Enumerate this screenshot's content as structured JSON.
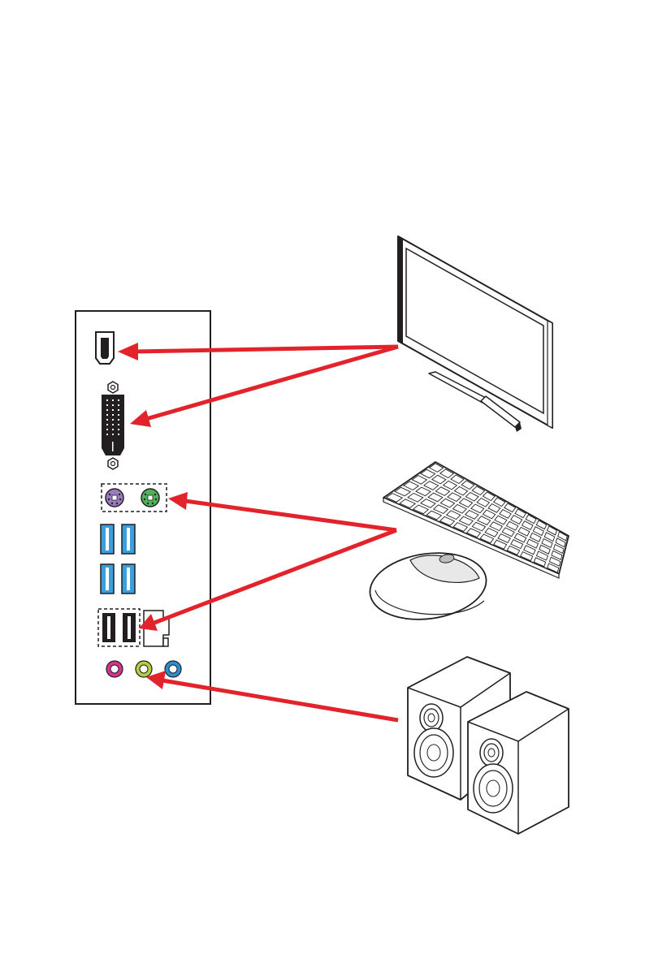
{
  "diagram": {
    "kind": "rear I/O panel connection diagram",
    "colors": {
      "arrow": "#e3232b",
      "line": "#231f20",
      "usb_blue": "#3aa0dd",
      "ps2_keyboard": "#9a7bc1",
      "ps2_mouse": "#4fb25b",
      "audio_mic": "#d6338f",
      "audio_line_out": "#b3cf3f",
      "audio_line_in": "#2c8fd1",
      "monitor_fill": "#ffffff",
      "device_fill": "#ffffff",
      "mouse_fill": "#f2f2f2"
    },
    "panel_ports": [
      {
        "id": "hdmi",
        "icon": "hdmi-port-icon"
      },
      {
        "id": "dvi",
        "icon": "dvi-port-icon"
      },
      {
        "id": "ps2-keyboard",
        "icon": "ps2-port-icon",
        "color": "purple"
      },
      {
        "id": "ps2-mouse",
        "icon": "ps2-port-icon",
        "color": "green"
      },
      {
        "id": "usb3-row-1",
        "icon": "usb-port-icon",
        "count": 2,
        "color": "blue"
      },
      {
        "id": "usb3-row-2",
        "icon": "usb-port-icon",
        "count": 2,
        "color": "blue"
      },
      {
        "id": "usb2",
        "icon": "usb-port-icon",
        "count": 2,
        "color": "black"
      },
      {
        "id": "lan",
        "icon": "ethernet-port-icon"
      },
      {
        "id": "audio-mic-in",
        "icon": "audio-jack-icon",
        "color": "pink"
      },
      {
        "id": "audio-line-out",
        "icon": "audio-jack-icon",
        "color": "lime"
      },
      {
        "id": "audio-line-in",
        "icon": "audio-jack-icon",
        "color": "blue"
      }
    ],
    "devices": [
      {
        "id": "monitor",
        "icon": "monitor-icon",
        "connects_to": [
          "hdmi",
          "dvi"
        ]
      },
      {
        "id": "keyboard",
        "icon": "keyboard-icon",
        "connects_to": [
          "ps2-keyboard",
          "ps2-mouse",
          "usb2"
        ]
      },
      {
        "id": "mouse",
        "icon": "mouse-icon",
        "connects_to": [
          "ps2-keyboard",
          "ps2-mouse",
          "usb2"
        ]
      },
      {
        "id": "speakers",
        "icon": "speakers-icon",
        "connects_to": [
          "audio-line-out"
        ]
      }
    ]
  }
}
